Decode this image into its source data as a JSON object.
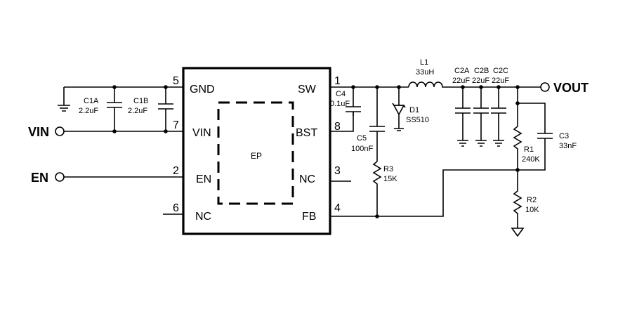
{
  "ic": {
    "ep_label": "EP",
    "pins": [
      {
        "num": "5",
        "name": "GND"
      },
      {
        "num": "7",
        "name": "VIN"
      },
      {
        "num": "2",
        "name": "EN"
      },
      {
        "num": "6",
        "name": "NC"
      },
      {
        "num": "1",
        "name": "SW"
      },
      {
        "num": "8",
        "name": "BST"
      },
      {
        "num": "3",
        "name": "NC"
      },
      {
        "num": "4",
        "name": "FB"
      }
    ]
  },
  "nets": {
    "vin": "VIN",
    "en": "EN",
    "vout": "VOUT"
  },
  "components": {
    "c1a": {
      "ref": "C1A",
      "value": "2.2uF"
    },
    "c1b": {
      "ref": "C1B",
      "value": "2.2uF"
    },
    "c4": {
      "ref": "C4",
      "value": "0.1uF"
    },
    "c5": {
      "ref": "C5",
      "value": "100nF"
    },
    "r3": {
      "ref": "R3",
      "value": "15K"
    },
    "d1": {
      "ref": "D1",
      "value": "SS510"
    },
    "l1": {
      "ref": "L1",
      "value": "33uH"
    },
    "c2a": {
      "ref": "C2A",
      "value": "22uF"
    },
    "c2b": {
      "ref": "C2B",
      "value": "22uF"
    },
    "c2c": {
      "ref": "C2C",
      "value": "22uF"
    },
    "r1": {
      "ref": "R1",
      "value": "240K"
    },
    "c3": {
      "ref": "C3",
      "value": "33nF"
    },
    "r2": {
      "ref": "R2",
      "value": "10K"
    }
  }
}
